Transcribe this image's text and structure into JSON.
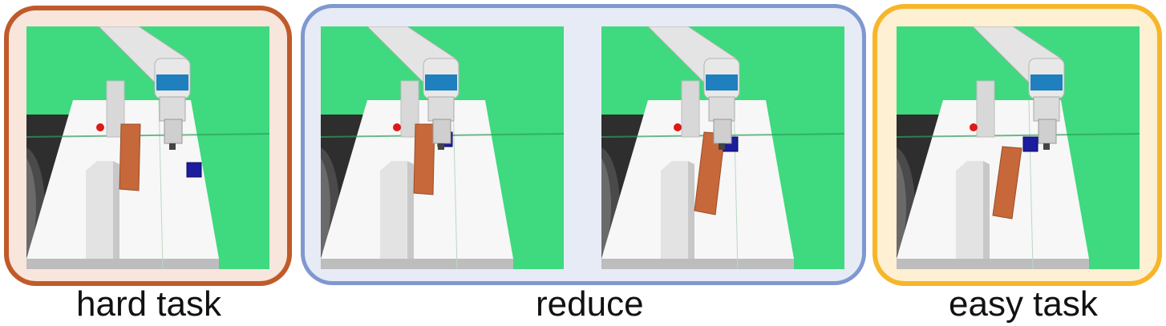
{
  "colors": {
    "hard_border": "#c05a2a",
    "hard_fill": "#f8e6dc",
    "reduce_border": "#7f98cf",
    "reduce_fill": "#e6ebf5",
    "easy_border": "#f7b52a",
    "easy_fill": "#fdf0d3",
    "background_green": "#3fd97f",
    "table_white": "#f7f7f7",
    "brick": "#c7683a",
    "goal_cube": "#1c1c9c",
    "target_dot": "#e01818",
    "robot_blue": "#1f7fbf"
  },
  "icons": [
    "robot-arm-icon",
    "brick-icon",
    "goal-cube-icon",
    "target-dot-icon"
  ],
  "panels": [
    {
      "id": "hard",
      "caption": "hard task",
      "scenes": 1
    },
    {
      "id": "reduce",
      "caption": "reduce",
      "scenes": 2
    },
    {
      "id": "easy",
      "caption": "easy task",
      "scenes": 1
    }
  ],
  "captions": {
    "hard": "hard task",
    "reduce": "reduce",
    "easy": "easy task"
  }
}
